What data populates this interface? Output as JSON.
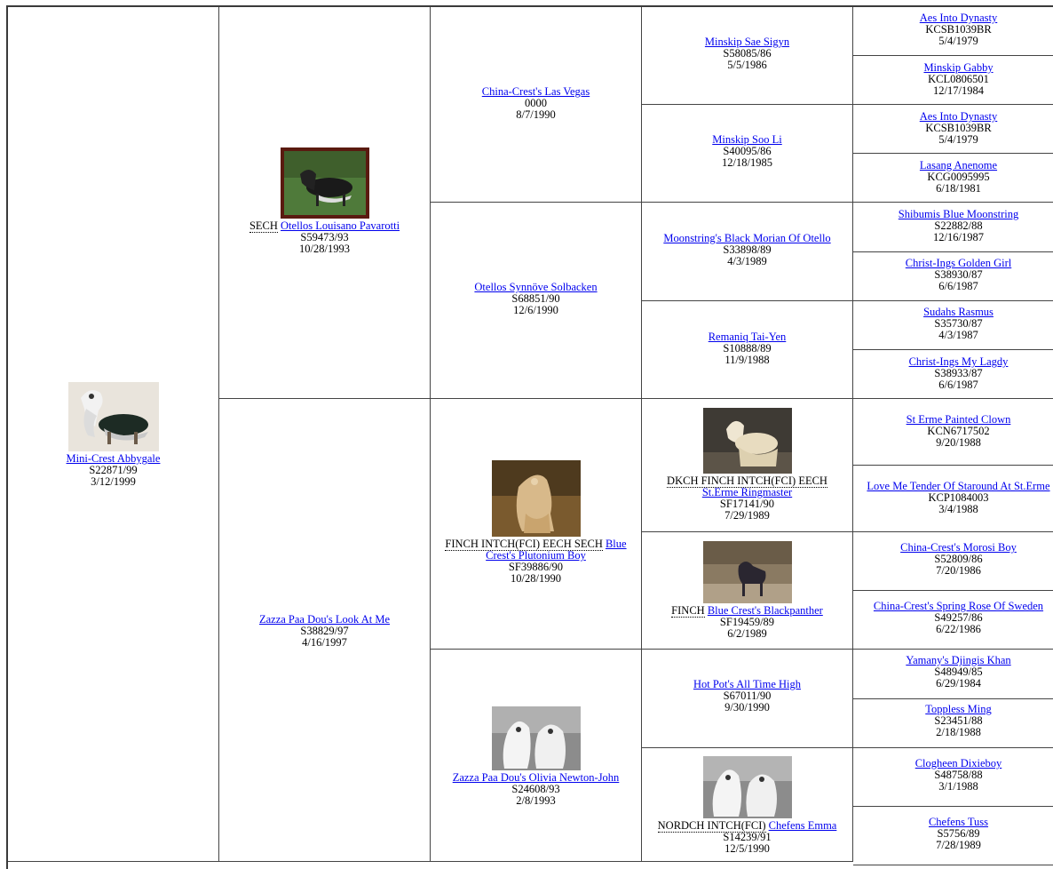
{
  "gen0": {
    "name": "Mini-Crest Abbygale",
    "reg": "S22871/99",
    "date": "3/12/1999",
    "photo": "dog-photo-crested-white-black"
  },
  "gen1": [
    {
      "titles": "SECH",
      "name": "Otellos Louisano Pavarotti",
      "reg": "S59473/93",
      "date": "10/28/1993",
      "photo": "dog-photo-framed-black"
    },
    {
      "name": "Zazza Paa Dou's Look At Me",
      "reg": "S38829/97",
      "date": "4/16/1997"
    }
  ],
  "gen2": [
    {
      "name": "China-Crest's Las Vegas",
      "reg": "0000",
      "date": "8/7/1990"
    },
    {
      "name": "Otellos Synnöve Solbacken",
      "reg": "S68851/90",
      "date": "12/6/1990"
    },
    {
      "titles": "FINCH INTCH(FCI) EECH SECH",
      "name": "Blue Crest's Plutonium Boy",
      "reg": "SF39886/90",
      "date": "10/28/1990",
      "photo": "dog-photo-golden"
    },
    {
      "name": "Zazza Paa Dou's Olivia Newton-John",
      "reg": "S24608/93",
      "date": "2/8/1993",
      "photo": "dog-photo-two-white"
    }
  ],
  "gen3": [
    {
      "name": "Minskip Sae Sigyn",
      "reg": "S58085/86",
      "date": "5/5/1986"
    },
    {
      "name": "Minskip Soo Li",
      "reg": "S40095/86",
      "date": "12/18/1985"
    },
    {
      "name": "Moonstring's Black Morian Of Otello",
      "reg": "S33898/89",
      "date": "4/3/1989"
    },
    {
      "name": "Remaniq Tai-Yen",
      "reg": "S10888/89",
      "date": "11/9/1988"
    },
    {
      "titles": "DKCH FINCH INTCH(FCI) EECH",
      "name": "St.Erme Ringmaster",
      "reg": "SF17141/90",
      "date": "7/29/1989",
      "photo": "dog-photo-cream"
    },
    {
      "titles": "FINCH",
      "name": "Blue Crest's Blackpanther",
      "reg": "SF19459/89",
      "date": "6/2/1989",
      "photo": "dog-photo-black-rocks"
    },
    {
      "name": "Hot Pot's All Time High",
      "reg": "S67011/90",
      "date": "9/30/1990"
    },
    {
      "titles": "NORDCH INTCH(FCI)",
      "name": "Chefens Emma",
      "reg": "S14239/91",
      "date": "12/5/1990",
      "photo": "dog-photo-two-white"
    }
  ],
  "gen4": [
    {
      "name": "Aes Into Dynasty",
      "reg": "KCSB1039BR",
      "date": "5/4/1979"
    },
    {
      "name": "Minskip Gabby",
      "reg": "KCL0806501",
      "date": "12/17/1984"
    },
    {
      "name": "Aes Into Dynasty",
      "reg": "KCSB1039BR",
      "date": "5/4/1979"
    },
    {
      "name": "Lasang Anenome",
      "reg": "KCG0095995",
      "date": "6/18/1981"
    },
    {
      "name": "Shibumis Blue Moonstring",
      "reg": "S22882/88",
      "date": "12/16/1987"
    },
    {
      "name": "Christ-Ings Golden Girl",
      "reg": "S38930/87",
      "date": "6/6/1987"
    },
    {
      "name": "Sudahs Rasmus",
      "reg": "S35730/87",
      "date": "4/3/1987"
    },
    {
      "name": "Christ-Ings My Lagdy",
      "reg": "S38933/87",
      "date": "6/6/1987"
    },
    {
      "name": "St Erme Painted Clown",
      "reg": "KCN6717502",
      "date": "9/20/1988"
    },
    {
      "name": "Love Me Tender Of Staround At St.Erme",
      "reg": "KCP1084003",
      "date": "3/4/1988"
    },
    {
      "name": "China-Crest's Morosi Boy",
      "reg": "S52809/86",
      "date": "7/20/1986"
    },
    {
      "name": "China-Crest's Spring Rose Of Sweden",
      "reg": "S49257/86",
      "date": "6/22/1986"
    },
    {
      "name": "Yamany's Djingis Khan",
      "reg": "S48949/85",
      "date": "6/29/1984"
    },
    {
      "name": "Toppless Ming",
      "reg": "S23451/88",
      "date": "2/18/1988"
    },
    {
      "name": "Clogheen Dixieboy",
      "reg": "S48758/88",
      "date": "3/1/1988"
    },
    {
      "name": "Chefens Tuss",
      "reg": "S5756/89",
      "date": "7/28/1989"
    }
  ]
}
